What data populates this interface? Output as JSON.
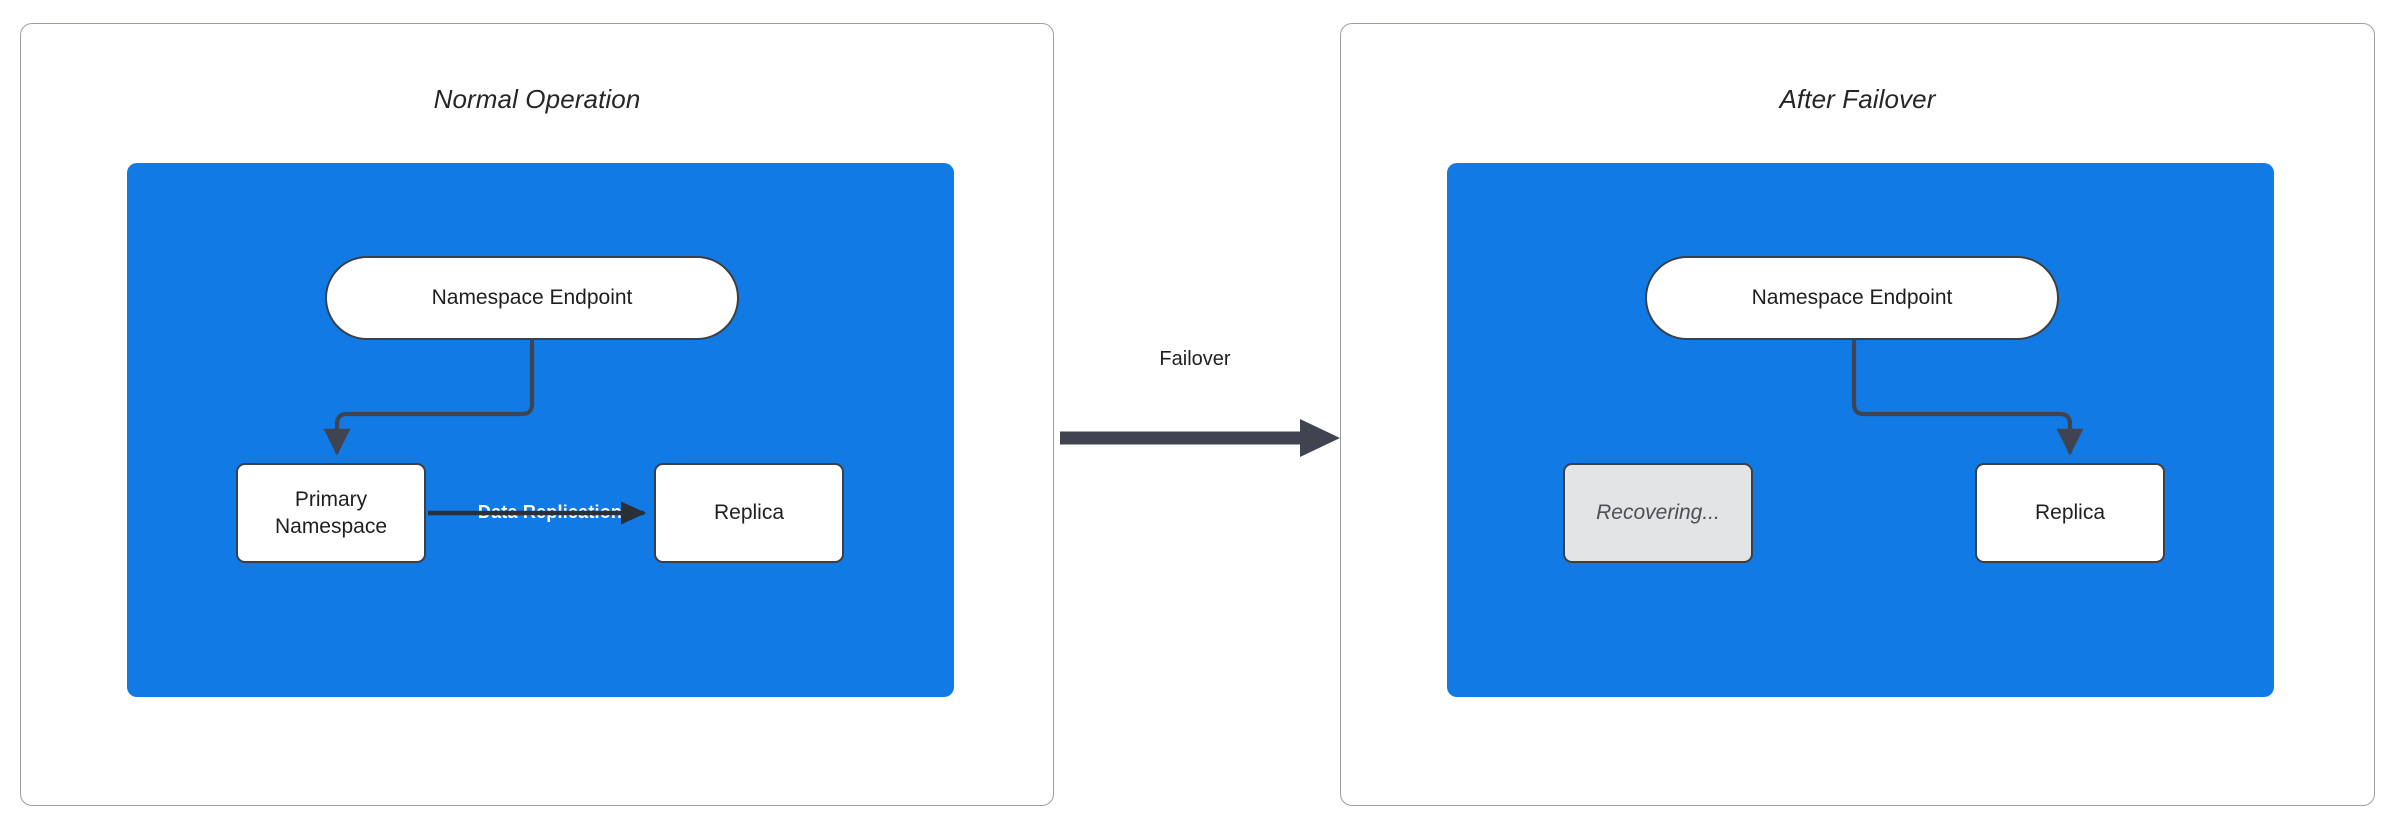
{
  "diagram": {
    "type": "flowchart",
    "background": "#ffffff",
    "colors": {
      "group_blue": "#127ae4",
      "node_border": "#3b3f46",
      "node_fill": "#ffffff",
      "recovering_fill": "#e2e4e6",
      "panel_border": "#9aa0a6",
      "edge_stroke": "#3f4450",
      "replication_label": "#ffffff"
    },
    "panels": [
      {
        "id": "normal",
        "title": "Normal Operation",
        "nodes": [
          {
            "id": "endpoint",
            "label": "Namespace Endpoint",
            "shape": "stadium",
            "state": "active"
          },
          {
            "id": "primary",
            "label": "Primary\nNamespace",
            "label_line1": "Primary",
            "label_line2": "Namespace",
            "shape": "rect",
            "state": "active"
          },
          {
            "id": "replica",
            "label": "Replica",
            "shape": "rect",
            "state": "active"
          }
        ],
        "edges": [
          {
            "from": "endpoint",
            "to": "primary",
            "label": "",
            "style": "elbow-arrow"
          },
          {
            "from": "primary",
            "to": "replica",
            "label": "Data Replication",
            "style": "straight-arrow"
          }
        ]
      },
      {
        "id": "failover",
        "title": "After Failover",
        "nodes": [
          {
            "id": "endpoint",
            "label": "Namespace Endpoint",
            "shape": "stadium",
            "state": "active"
          },
          {
            "id": "recovering",
            "label": "Recovering...",
            "shape": "rect",
            "state": "disabled"
          },
          {
            "id": "replica",
            "label": "Replica",
            "shape": "rect",
            "state": "active"
          }
        ],
        "edges": [
          {
            "from": "endpoint",
            "to": "replica",
            "label": "",
            "style": "elbow-arrow"
          }
        ]
      }
    ],
    "transition": {
      "label": "Failover",
      "from_panel": "normal",
      "to_panel": "failover",
      "style": "thick-arrow"
    }
  }
}
